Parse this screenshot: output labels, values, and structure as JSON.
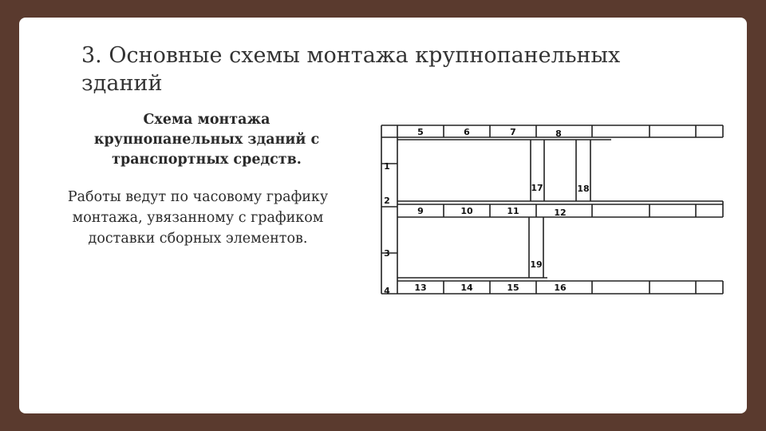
{
  "slide": {
    "title": "3. Основные схемы монтажа крупнопанельных\nзданий",
    "subtitle": "Схема монтажа\nкрупнопанельных зданий с\nтранспортных средств.",
    "body": "Работы ведут по часовому графику\nмонтажа, увязанному с графиком\nдоставки сборных элементов."
  },
  "diagram": {
    "panel_labels": [
      "1",
      "2",
      "3",
      "4",
      "5",
      "6",
      "7",
      "8",
      "9",
      "10",
      "11",
      "12",
      "13",
      "14",
      "15",
      "16",
      "17",
      "18",
      "19"
    ]
  }
}
